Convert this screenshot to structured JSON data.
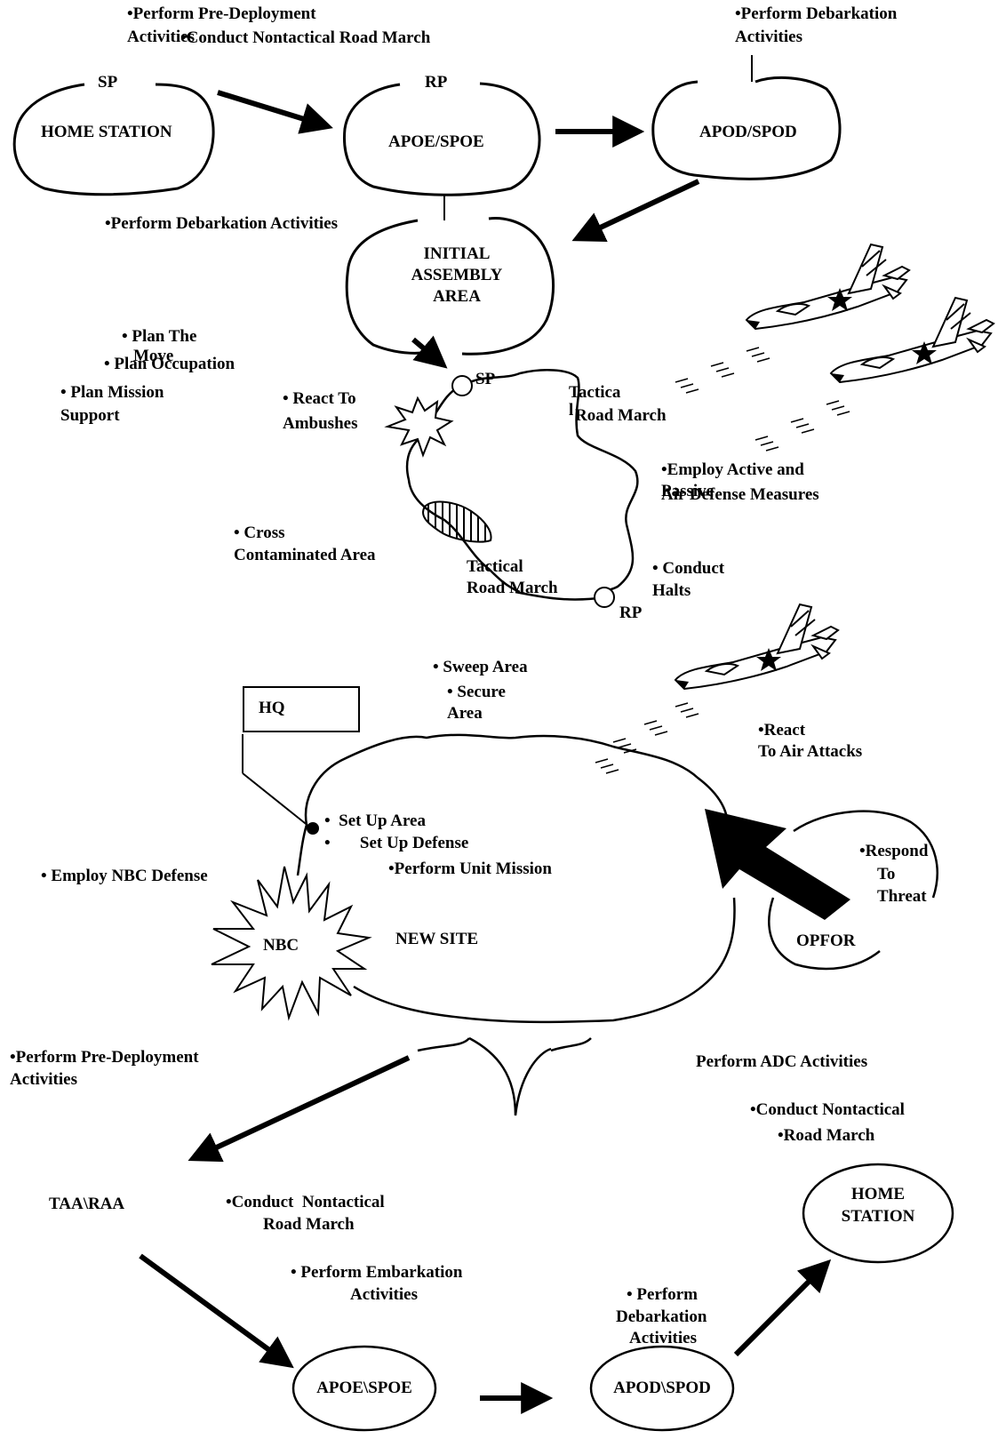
{
  "phase1": {
    "sp": "SP",
    "rp": "RP",
    "home_station": "HOME STATION",
    "apoe_spoe": "APOE/SPOE",
    "apod_spod": "APOD/SPOD",
    "initial_assembly_area": [
      "INITIAL",
      "ASSEMBLY",
      "AREA"
    ],
    "predeploy": [
      "•Perform Pre-Deployment",
      "Activities"
    ],
    "nontactical_march": "•Conduct Nontactical Road March",
    "debark_top": [
      "•Perform Debarkation",
      "Activities"
    ],
    "debark_left": "•Perform Debarkation Activities"
  },
  "phase2": {
    "plan_move": [
      "• Plan The",
      "Move"
    ],
    "plan_occupation": "• Plan Occupation",
    "plan_mission": [
      "• Plan Mission",
      "Support"
    ],
    "react_ambush": [
      "• React To",
      "Ambushes"
    ],
    "sp": "SP",
    "rp": "RP",
    "tactical_road_march_top": [
      "Tactica",
      "l",
      "Road March"
    ],
    "air_defense": [
      "•Employ Active and",
      "Passive",
      "Air Defense Measures"
    ],
    "cross_contaminated": [
      "• Cross",
      "Contaminated Area"
    ],
    "tactical_road_march_bottom": [
      "Tactical",
      "Road March"
    ],
    "conduct_halts": [
      "• Conduct",
      "Halts"
    ]
  },
  "phase3": {
    "sweep_area": "• Sweep Area",
    "secure_area": [
      "• Secure",
      "Area"
    ],
    "hq": "HQ",
    "react_air": [
      "•React",
      "To Air Attacks"
    ],
    "setup_area": "•  Set Up Area",
    "setup_defense": "•       Set Up Defense",
    "perform_mission": "•Perform Unit Mission",
    "nbc_defense": "• Employ NBC Defense",
    "nbc": "NBC",
    "new_site": "NEW SITE",
    "respond_threat": [
      "•Respond",
      "To",
      "Threat"
    ],
    "opfor": "OPFOR"
  },
  "phase4": {
    "predeploy": [
      "•Perform Pre-Deployment",
      "Activities"
    ],
    "adc": "Perform ADC Activities",
    "nontactical_right": [
      "•Conduct Nontactical",
      "•Road March"
    ],
    "taa_raa": "TAA\\RAA",
    "nontactical_mid": [
      "•Conduct  Nontactical",
      "Road March"
    ],
    "embark": [
      "• Perform Embarkation",
      "Activities"
    ],
    "debark": [
      "• Perform",
      "Debarkation",
      "Activities"
    ],
    "home_station": [
      "HOME",
      "STATION"
    ],
    "apoe_spoe": "APOE\\SPOE",
    "apod_spod": "APOD\\SPOD"
  }
}
